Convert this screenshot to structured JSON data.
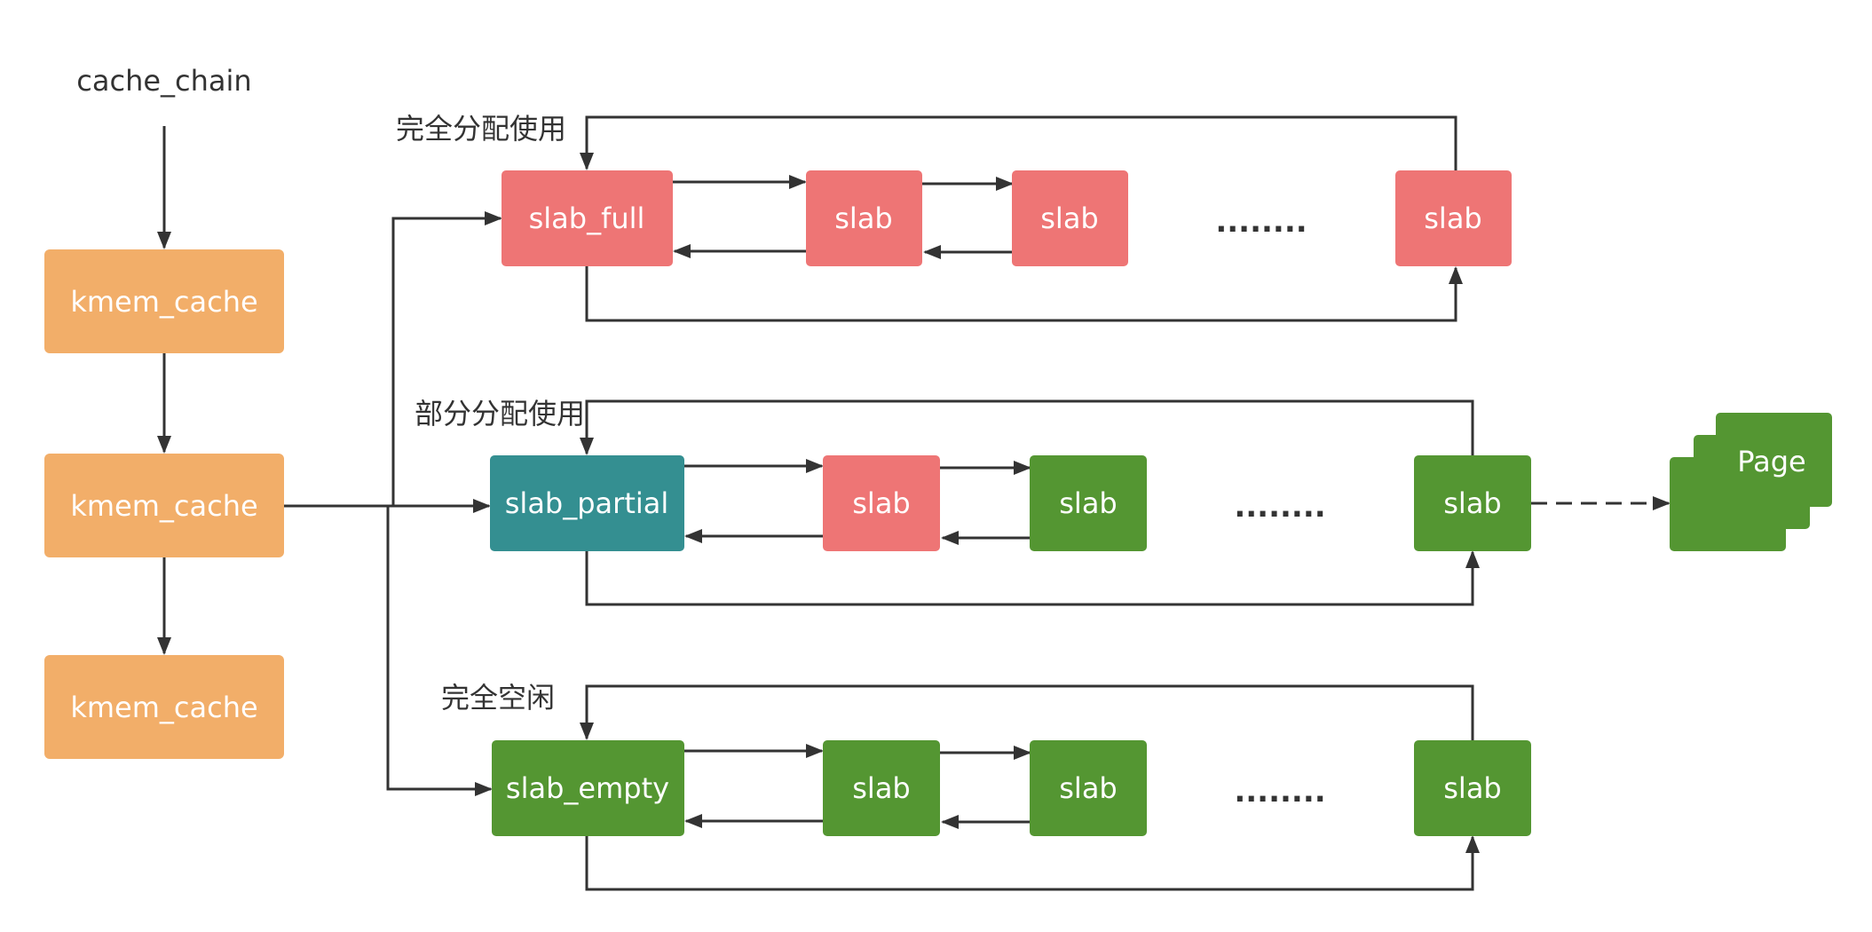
{
  "colors": {
    "orange": "#F2AE69",
    "red": "#EE7575",
    "teal": "#348F91",
    "green": "#549632",
    "line": "#333333"
  },
  "labels": {
    "cache_chain": "cache_chain",
    "full_group": "完全分配使用",
    "partial_group": "部分分配使用",
    "empty_group": "完全空闲"
  },
  "caches": [
    "kmem_cache",
    "kmem_cache",
    "kmem_cache"
  ],
  "rows": {
    "full": {
      "head": "slab_full",
      "items": [
        "slab",
        "slab",
        "slab"
      ],
      "ellipsis": "........"
    },
    "partial": {
      "head": "slab_partial",
      "items": [
        "slab",
        "slab",
        "slab"
      ],
      "ellipsis": "........"
    },
    "empty": {
      "head": "slab_empty",
      "items": [
        "slab",
        "slab",
        "slab"
      ],
      "ellipsis": "........"
    }
  },
  "page": {
    "label": "Page"
  }
}
